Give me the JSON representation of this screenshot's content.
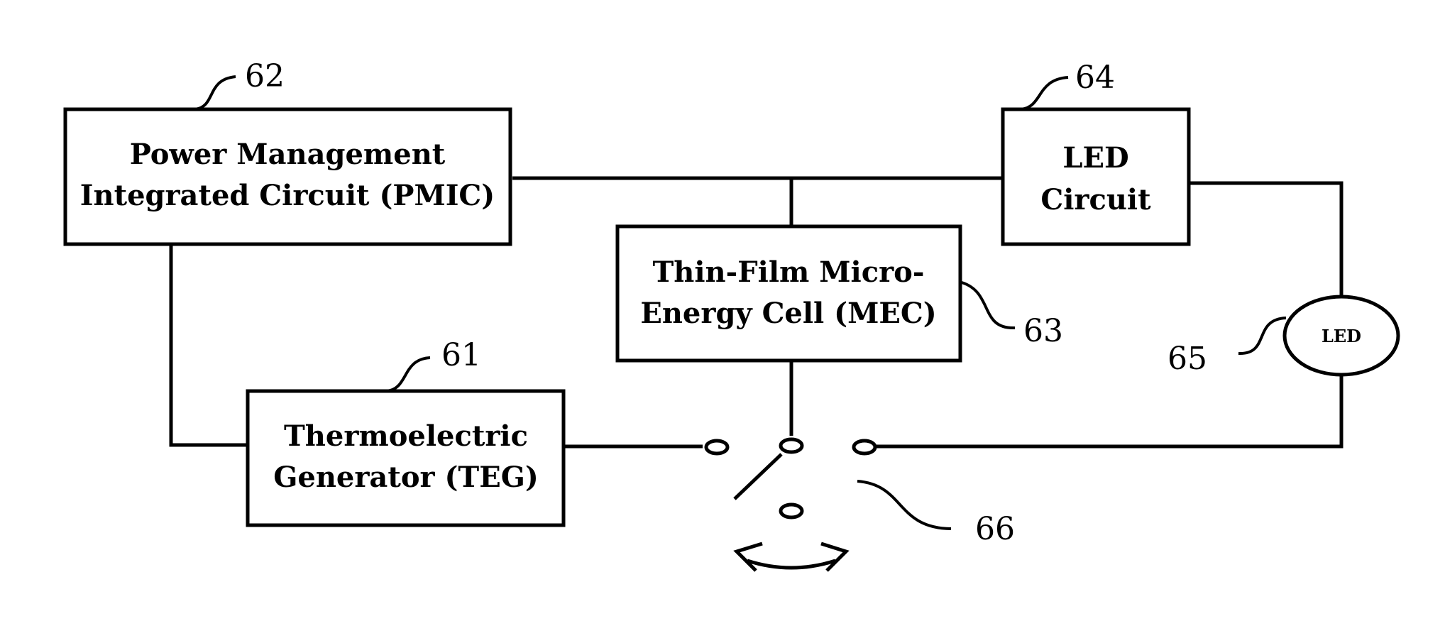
{
  "blocks": {
    "pmic": {
      "line1": "Power Management",
      "line2": "Integrated Circuit (PMIC)",
      "ref": "62"
    },
    "led_circuit": {
      "line1": "LED",
      "line2": "Circuit",
      "ref": "64"
    },
    "mec": {
      "line1": "Thin-Film Micro-",
      "line2": "Energy Cell (MEC)",
      "ref": "63"
    },
    "teg": {
      "line1": "Thermoelectric",
      "line2": "Generator (TEG)",
      "ref": "61"
    },
    "led": {
      "label": "LED",
      "ref": "65"
    },
    "switch": {
      "ref": "66"
    }
  }
}
